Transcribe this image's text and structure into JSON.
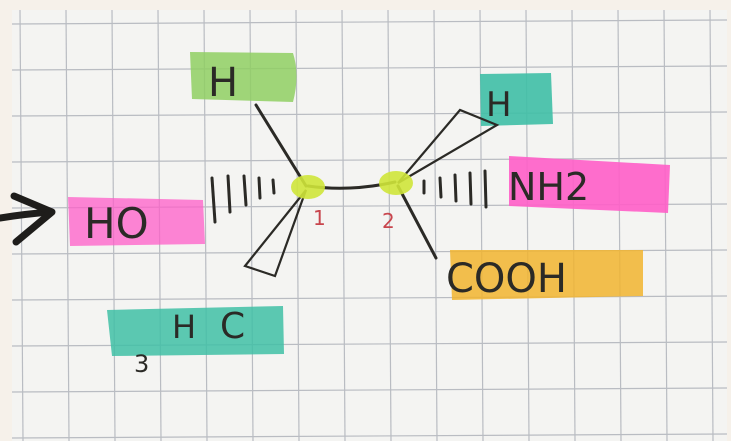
{
  "atoms": {
    "h_top": "H",
    "ho": "HO",
    "h3c_h": "H",
    "h3c_c": "C",
    "h3c_3": "3",
    "h_right": "H",
    "nh2": "NH2",
    "cooh": "COOH"
  },
  "carbon_labels": {
    "c1": "1",
    "c2": "2"
  },
  "colors": {
    "paper": "#f4f4f2",
    "grid": "#b9bcc2",
    "ink": "#2b2a26",
    "green": "#8fcf63",
    "teal": "#3fbfa6",
    "magenta": "#ff5ec8",
    "orange": "#f1b42f",
    "yellow_dot": "#cfe63a",
    "number_red": "#c8454d"
  }
}
